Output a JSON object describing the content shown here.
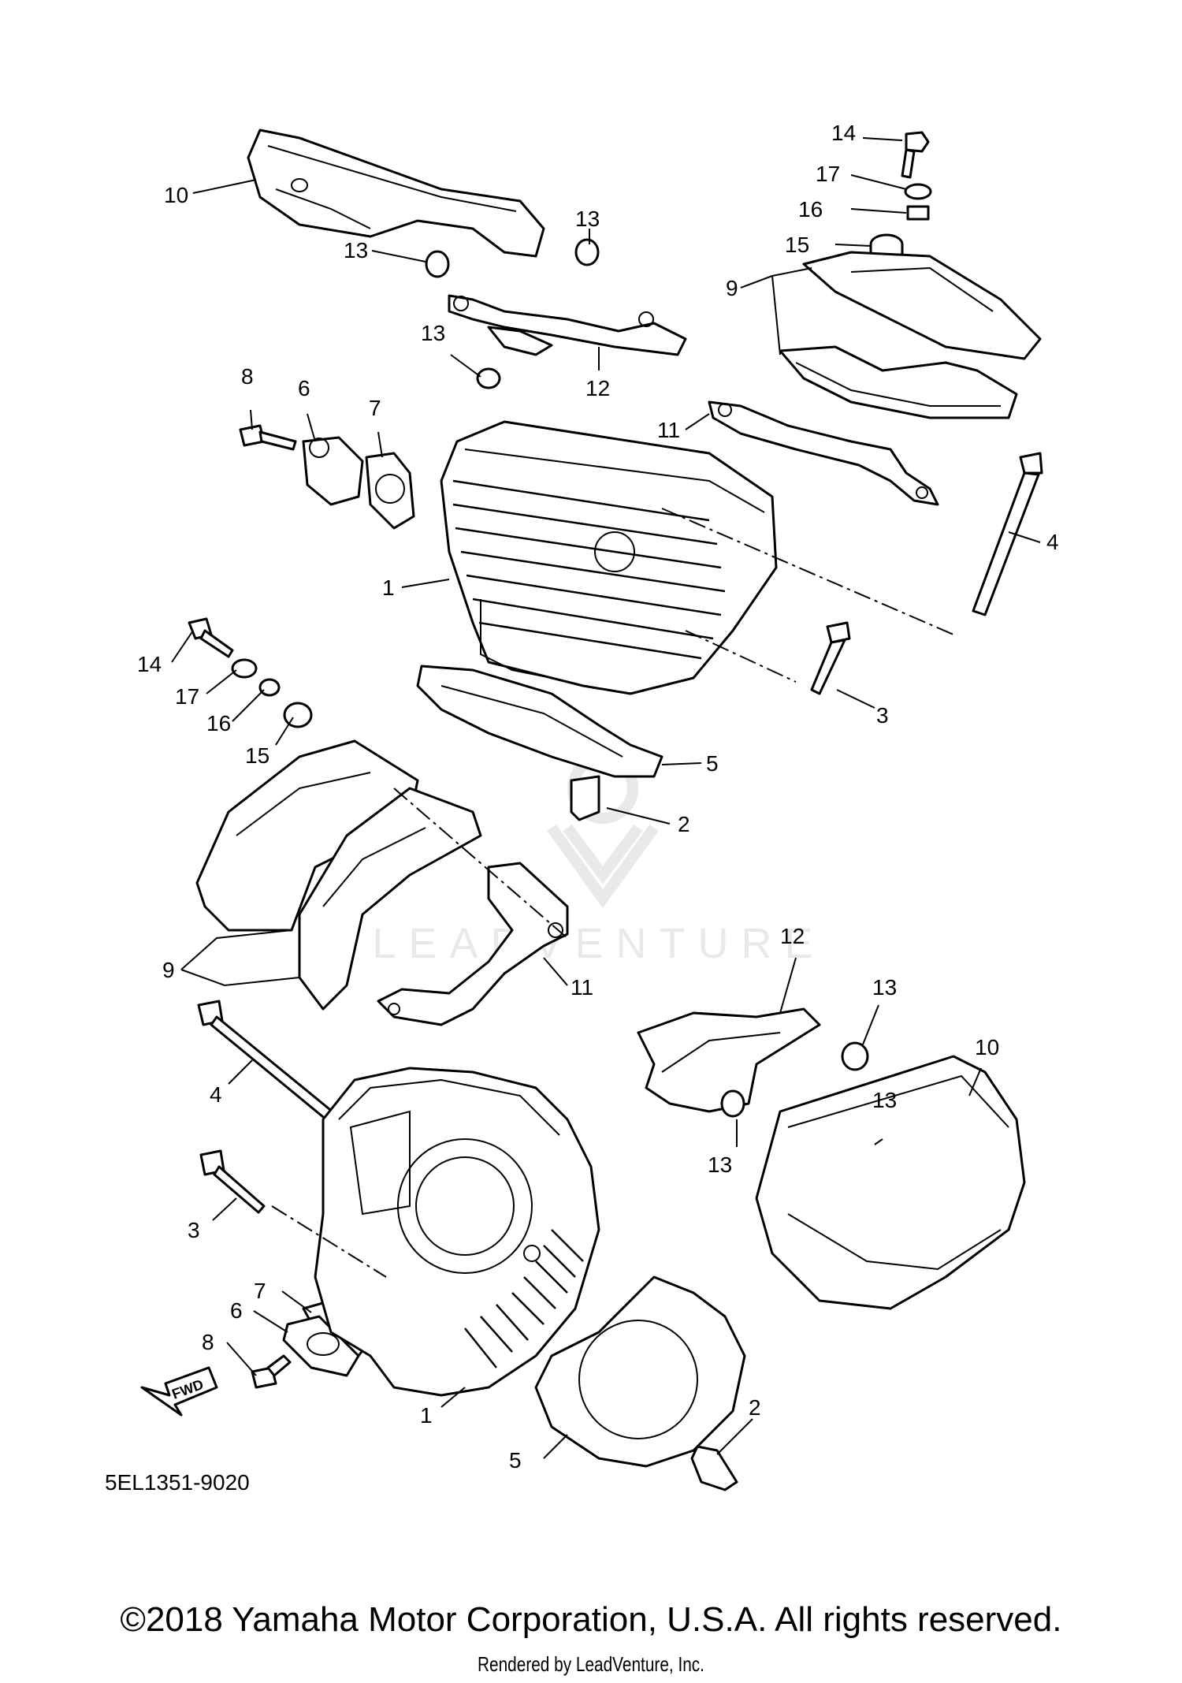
{
  "diagram_code": "5EL1351-9020",
  "fwd_label": "FWD",
  "watermark": "LEADVENTURE",
  "copyright": "©2018 Yamaha Motor Corporation, U.S.A. All rights reserved.",
  "rendered_by": "Rendered by LeadVenture, Inc.",
  "callouts": {
    "rear": {
      "c10": "10",
      "c13a": "13",
      "c13b": "13",
      "c13c": "13",
      "c12": "12",
      "c14": "14",
      "c17": "17",
      "c16": "16",
      "c15": "15",
      "c9": "9",
      "c11": "11",
      "c8": "8",
      "c6": "6",
      "c7": "7",
      "c1": "1",
      "c4": "4",
      "c3": "3",
      "c5": "5",
      "c2": "2"
    },
    "front": {
      "c14": "14",
      "c17": "17",
      "c16": "16",
      "c15": "15",
      "c9": "9",
      "c11": "11",
      "c12": "12",
      "c13a": "13",
      "c10": "10",
      "c13b": "13",
      "c13c": "13",
      "c4": "4",
      "c3": "3",
      "c7": "7",
      "c6": "6",
      "c8": "8",
      "c1": "1",
      "c5": "5",
      "c2": "2"
    }
  }
}
